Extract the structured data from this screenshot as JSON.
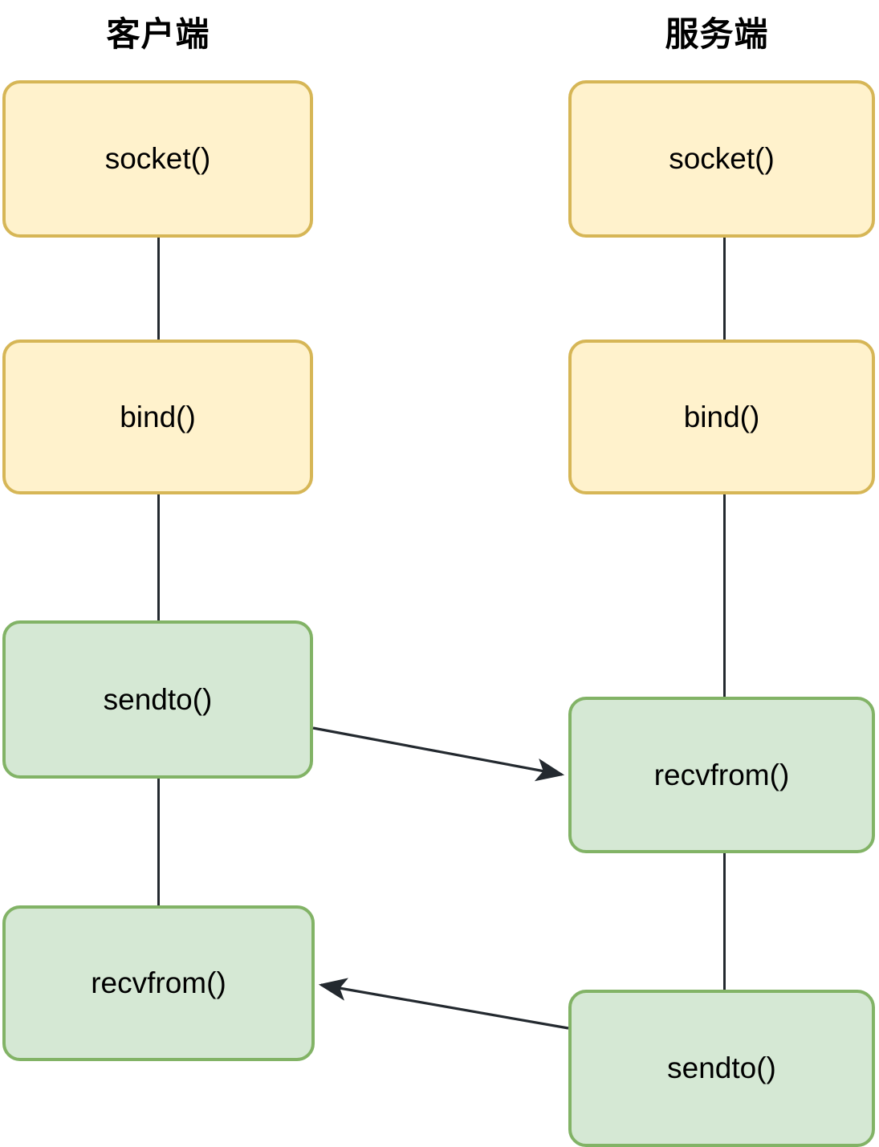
{
  "diagram": {
    "title_client": "客户端",
    "title_server": "服务端",
    "colors": {
      "yellow_fill": "#fff2cc",
      "yellow_stroke": "#d6b656",
      "green_fill": "#d5e8d4",
      "green_stroke": "#82b366",
      "line": "#23292f",
      "text": "#000000",
      "background": "#ffffff"
    },
    "client": {
      "header": "客户端",
      "steps": [
        {
          "label": "socket()",
          "style": "yellow"
        },
        {
          "label": "bind()",
          "style": "yellow"
        },
        {
          "label": "sendto()",
          "style": "green"
        },
        {
          "label": "recvfrom()",
          "style": "green"
        }
      ]
    },
    "server": {
      "header": "服务端",
      "steps": [
        {
          "label": "socket()",
          "style": "yellow"
        },
        {
          "label": "bind()",
          "style": "yellow"
        },
        {
          "label": "recvfrom()",
          "style": "green"
        },
        {
          "label": "sendto()",
          "style": "green"
        }
      ]
    },
    "arrows": [
      {
        "name": "client-sendto-to-server-recvfrom",
        "from": "client.sendto()",
        "to": "server.recvfrom()",
        "direction": "right"
      },
      {
        "name": "server-sendto-to-client-recvfrom",
        "from": "server.sendto()",
        "to": "client.recvfrom()",
        "direction": "left"
      }
    ]
  }
}
